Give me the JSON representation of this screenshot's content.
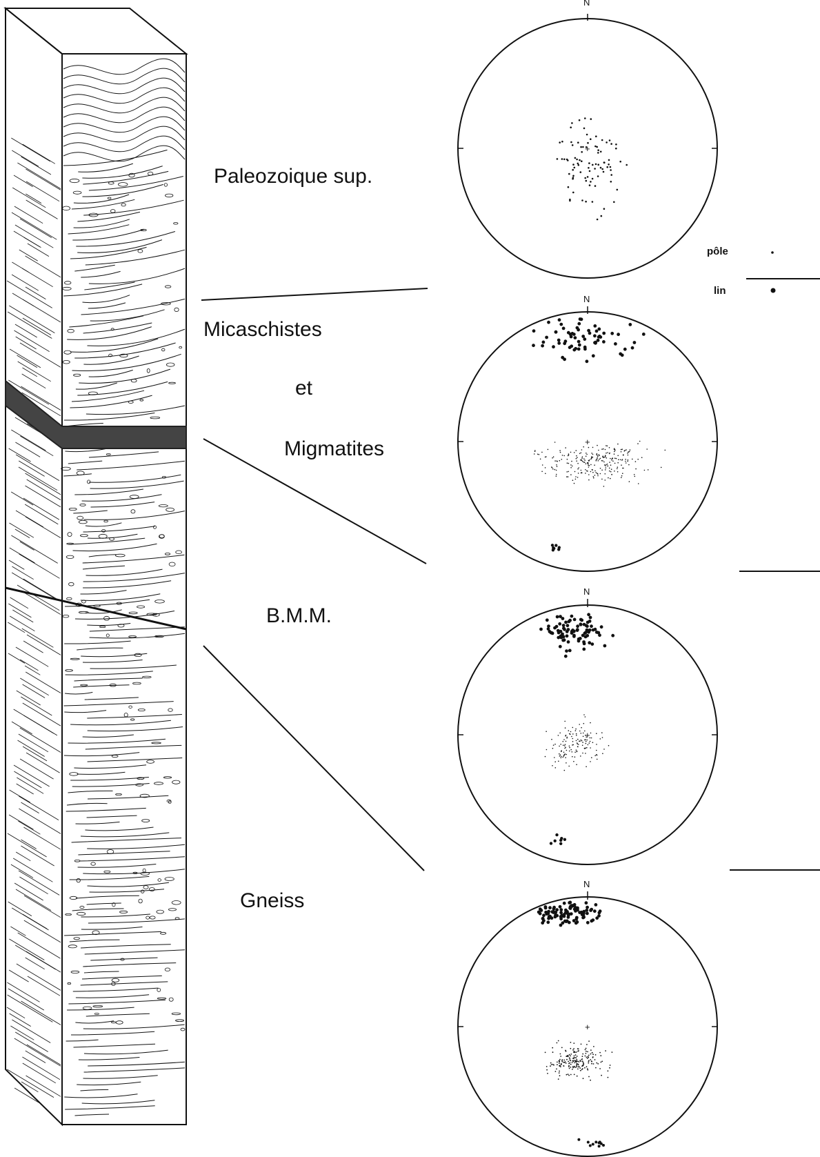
{
  "units": [
    {
      "key": "paleozoique",
      "text": "Paleozoique sup."
    },
    {
      "key": "micaschistes",
      "text": "Micaschistes"
    },
    {
      "key": "et",
      "text": "et"
    },
    {
      "key": "migmatites",
      "text": "Migmatites"
    },
    {
      "key": "bmm",
      "text": "B.M.M."
    },
    {
      "key": "gneiss",
      "text": "Gneiss"
    }
  ],
  "legend": {
    "pole_label": "pôle",
    "lin_label": "lin"
  },
  "stereonets": [
    {
      "north_label": "N",
      "unit": "Paleozoique sup."
    },
    {
      "north_label": "N",
      "unit": "Micaschistes et Migmatites"
    },
    {
      "north_label": "N",
      "unit": "B.M.M."
    },
    {
      "north_label": "N",
      "unit": "Gneiss"
    }
  ],
  "colors": {
    "ink": "#111111",
    "shear_zone": "#444444"
  }
}
